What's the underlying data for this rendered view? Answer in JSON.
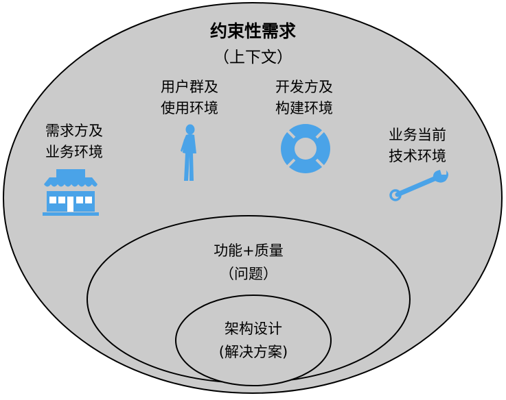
{
  "outer": {
    "title": "约束性需求",
    "subtitle": "（上下文）"
  },
  "stakeholders": [
    {
      "line1": "需求方及",
      "line2": "业务环境",
      "icon": "storefront-icon"
    },
    {
      "line1": "用户群及",
      "line2": "使用环境",
      "icon": "person-icon"
    },
    {
      "line1": "开发方及",
      "line2": "构建环境",
      "icon": "lifebuoy-icon"
    },
    {
      "line1": "业务当前",
      "line2": "技术环境",
      "icon": "wrench-icon"
    }
  ],
  "middle": {
    "line1": "功能+质量",
    "line2": "（问题）"
  },
  "inner": {
    "line1": "架构设计",
    "line2": "(解决方案)"
  },
  "colors": {
    "ellipse_fill": "#cbcbcb",
    "ellipse_stroke": "#000000",
    "icon": "#4aa3e8"
  }
}
